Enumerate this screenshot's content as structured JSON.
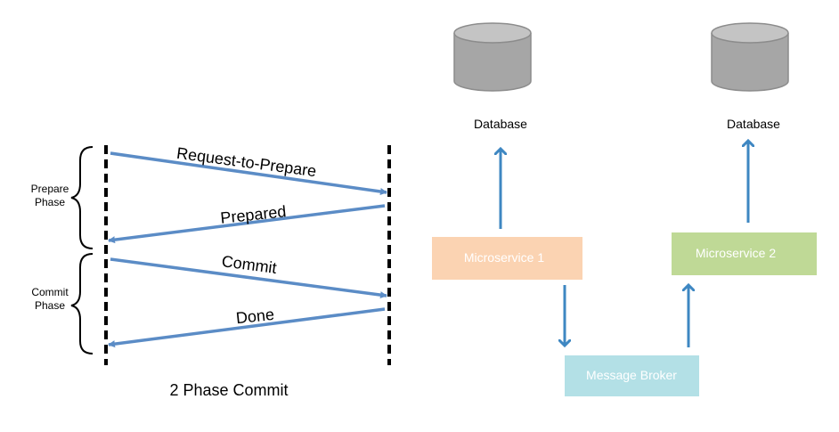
{
  "two_phase_commit": {
    "caption": "2 Phase Commit",
    "phases": [
      {
        "label_line1": "Prepare",
        "label_line2": "Phase"
      },
      {
        "label_line1": "Commit",
        "label_line2": "Phase"
      }
    ],
    "messages": [
      {
        "label": "Request-to-Prepare",
        "direction": "right"
      },
      {
        "label": "Prepared",
        "direction": "left"
      },
      {
        "label": "Commit",
        "direction": "right"
      },
      {
        "label": "Done",
        "direction": "left"
      }
    ],
    "arrow_color": "#5B8CC6"
  },
  "microservices_diagram": {
    "databases": [
      {
        "label": "Database"
      },
      {
        "label": "Database"
      }
    ],
    "services": [
      {
        "label": "Microservice 1",
        "color": "#FBD3B2"
      },
      {
        "label": "Microservice 2",
        "color": "#BFD996"
      }
    ],
    "broker": {
      "label": "Message Broker",
      "color": "#B3E0E6"
    },
    "db_color": "#A6A6A6",
    "arrow_color": "#3E87C2"
  }
}
